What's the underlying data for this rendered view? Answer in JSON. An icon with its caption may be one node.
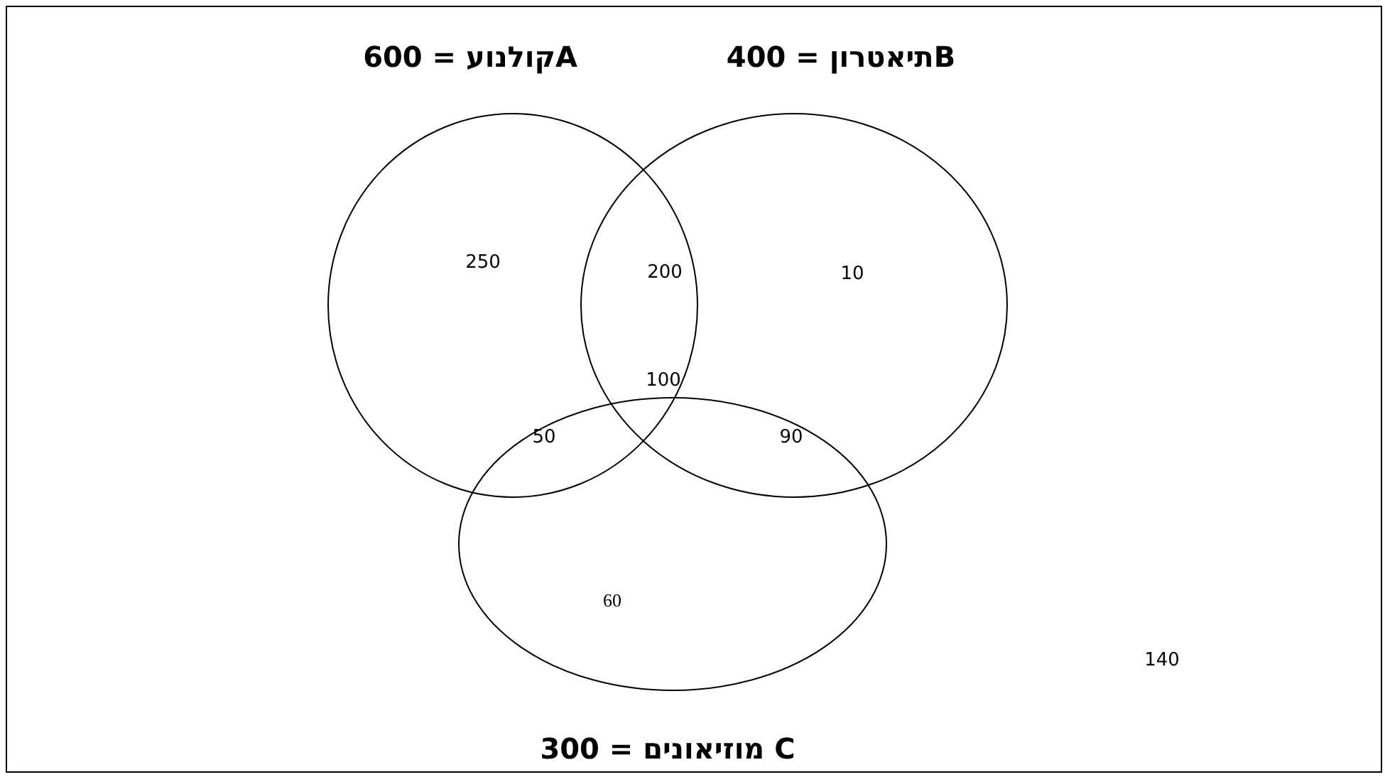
{
  "diagram": {
    "nodes": [
      {
        "text": [
          "Aקולנוע = 600"
        ]
      },
      {
        "text": [
          "Bתיאטרון = 400"
        ]
      },
      {
        "text": [
          "C מוזיאונים = 300"
        ]
      }
    ],
    "labels": [
      "250",
      "200",
      "10",
      "100",
      "50",
      "90",
      "60",
      "140"
    ]
  }
}
